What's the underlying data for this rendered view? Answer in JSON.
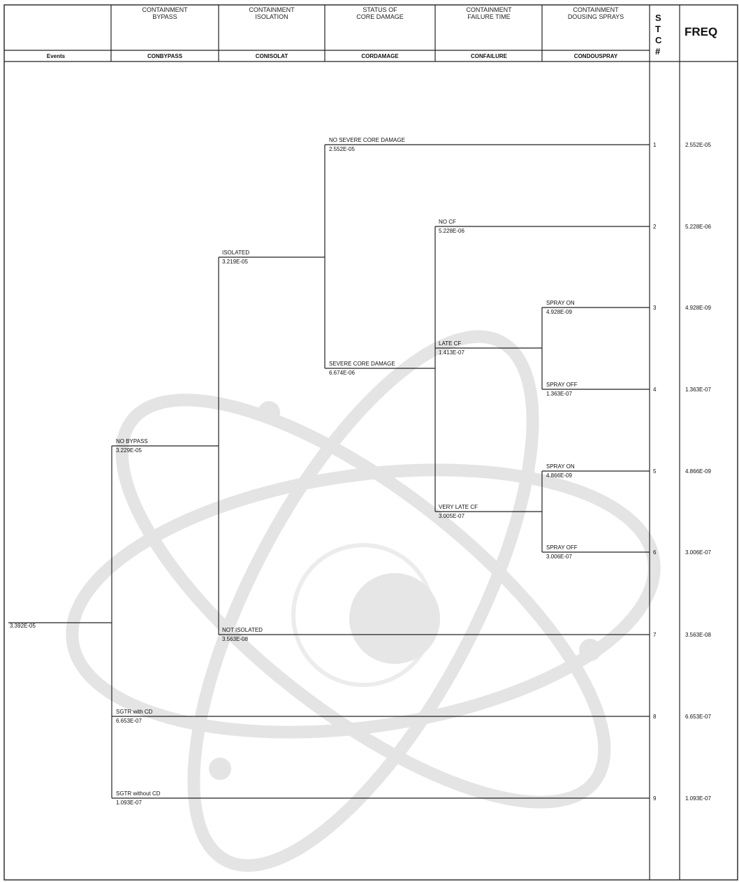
{
  "header": {
    "columns": [
      {
        "title_lines": [
          "CONTAINMENT",
          "BYPASS"
        ],
        "code": "CONBYPASS"
      },
      {
        "title_lines": [
          "CONTAINMENT",
          "ISOLATION"
        ],
        "code": "CONISOLAT"
      },
      {
        "title_lines": [
          "STATUS OF",
          "CORE DAMAGE"
        ],
        "code": "CORDAMAGE"
      },
      {
        "title_lines": [
          "CONTAINMENT",
          "FAILURE TIME"
        ],
        "code": "CONFAILURE"
      },
      {
        "title_lines": [
          "CONTAINMENT",
          "DOUSING SPRAYS"
        ],
        "code": "CONDOUSPRAY"
      }
    ],
    "events_label": "Events",
    "stc_title": [
      "S",
      "T",
      "C",
      "#"
    ],
    "freq_title": "FREQ"
  },
  "initiator": {
    "value": "3.392E-05"
  },
  "branches": [
    {
      "id": "no-bypass",
      "label": "NO BYPASS",
      "value": "3.229E-05"
    },
    {
      "id": "isolated",
      "label": "ISOLATED",
      "value": "3.219E-05"
    },
    {
      "id": "no-severe-core-damage",
      "label": "NO SEVERE CORE DAMAGE",
      "value": "2.552E-05"
    },
    {
      "id": "severe-core-damage",
      "label": "SEVERE CORE DAMAGE",
      "value": "6.674E-06"
    },
    {
      "id": "no-cf",
      "label": "NO CF",
      "value": "5.228E-06"
    },
    {
      "id": "late-cf",
      "label": "LATE CF",
      "value": "1.413E-07"
    },
    {
      "id": "very-late-cf",
      "label": "VERY LATE CF",
      "value": "3.005E-07"
    },
    {
      "id": "spray-on-1",
      "label": "SPRAY ON",
      "value": "4.928E-09"
    },
    {
      "id": "spray-off-1",
      "label": "SPRAY OFF",
      "value": "1.363E-07"
    },
    {
      "id": "spray-on-2",
      "label": "SPRAY ON",
      "value": "4.866E-09"
    },
    {
      "id": "spray-off-2",
      "label": "SPRAY OFF",
      "value": "3.006E-07"
    },
    {
      "id": "not-isolated",
      "label": "NOT ISOLATED",
      "value": "3.563E-08"
    },
    {
      "id": "sgtr-with-cd",
      "label": "SGTR with CD",
      "value": "6.653E-07"
    },
    {
      "id": "sgtr-without-cd",
      "label": "SGTR without CD",
      "value": "1.093E-07"
    }
  ],
  "outcomes": [
    {
      "stc": "1",
      "freq": "2.552E-05"
    },
    {
      "stc": "2",
      "freq": "5.228E-06"
    },
    {
      "stc": "3",
      "freq": "4.928E-09"
    },
    {
      "stc": "4",
      "freq": "1.363E-07"
    },
    {
      "stc": "5",
      "freq": "4.866E-09"
    },
    {
      "stc": "6",
      "freq": "3.006E-07"
    },
    {
      "stc": "7",
      "freq": "3.563E-08"
    },
    {
      "stc": "8",
      "freq": "6.653E-07"
    },
    {
      "stc": "9",
      "freq": "1.093E-07"
    }
  ]
}
